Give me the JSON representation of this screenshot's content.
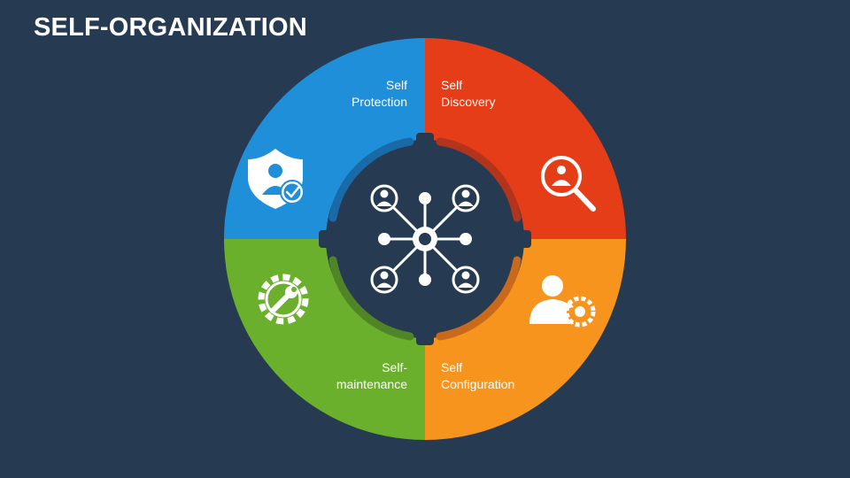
{
  "title": "SELF-ORGANIZATION",
  "colors": {
    "background": "#263a52",
    "blue": "#1f8fd9",
    "red": "#e53d17",
    "orange": "#f7941e",
    "green": "#6ab02d",
    "white": "#ffffff"
  },
  "quadrants": [
    {
      "key": "protection",
      "line1": "Self",
      "line2": "Protection",
      "icon": "shield-user-check-icon"
    },
    {
      "key": "discovery",
      "line1": "Self",
      "line2": "Discovery",
      "icon": "magnifier-user-icon"
    },
    {
      "key": "maintenance",
      "line1": "Self-",
      "line2": "maintenance",
      "icon": "gear-wrench-icon"
    },
    {
      "key": "configuration",
      "line1": "Self",
      "line2": "Configuration",
      "icon": "user-gear-icon"
    }
  ],
  "center_icon": "network-users-hub-icon"
}
